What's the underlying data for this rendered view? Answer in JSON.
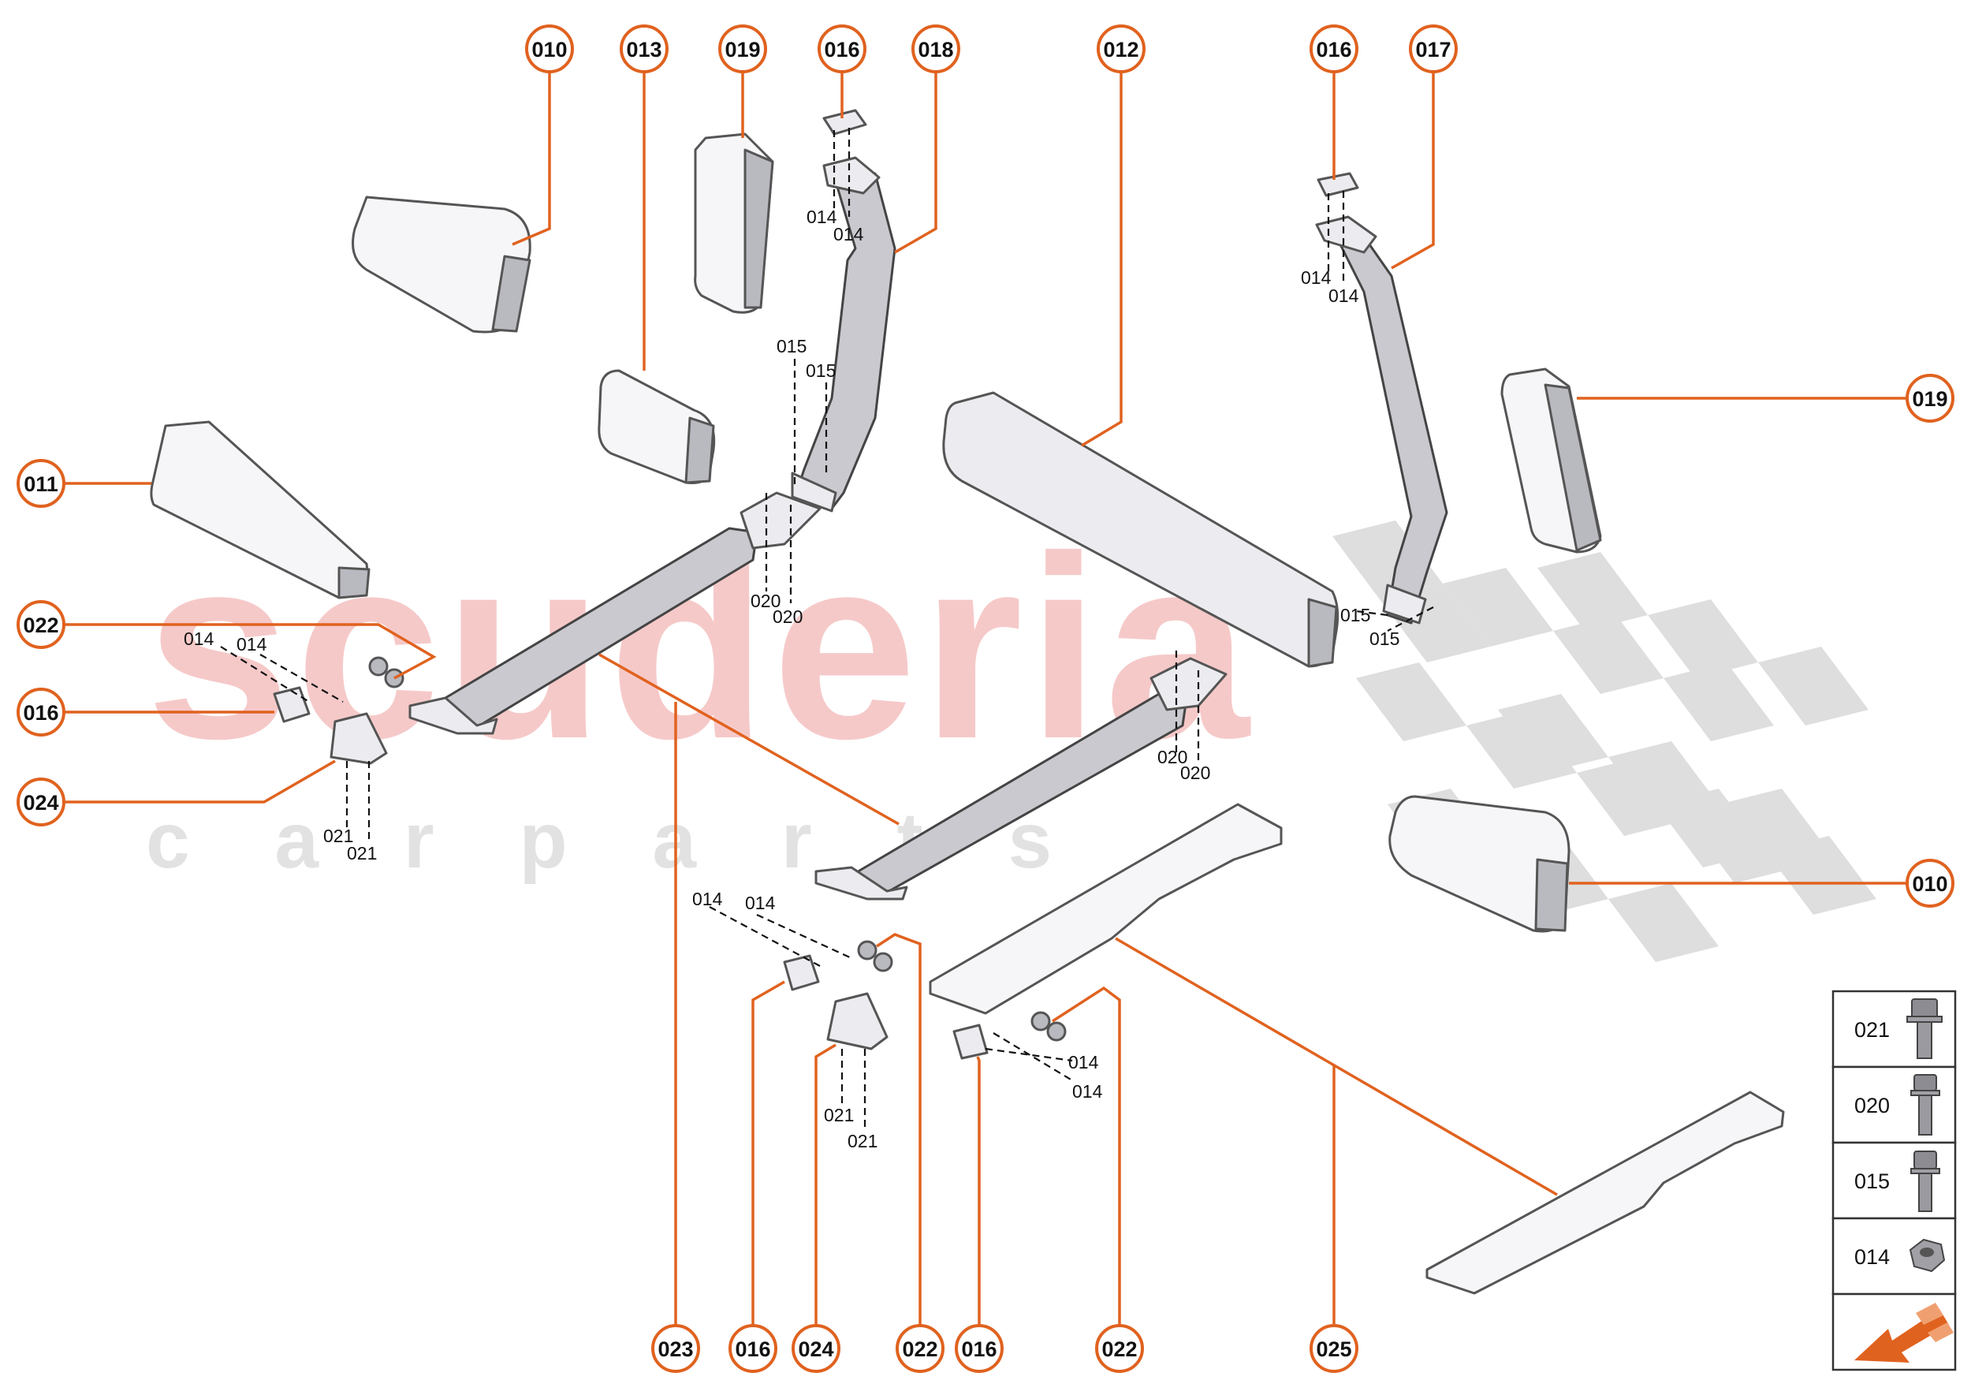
{
  "watermark": {
    "brand": "scuderia",
    "sub": "c a r p a r t s"
  },
  "callouts": {
    "c010_top": "010",
    "c013": "013",
    "c019_top": "019",
    "c016_top1": "016",
    "c018": "018",
    "c012": "012",
    "c016_top2": "016",
    "c017": "017",
    "c019_right": "019",
    "c011": "011",
    "c022_left": "022",
    "c016_left": "016",
    "c024_left": "024",
    "c010_right": "010",
    "c023": "023",
    "c016_b1": "016",
    "c024_b": "024",
    "c022_b1": "022",
    "c016_b2": "016",
    "c022_b2": "022",
    "c025": "025"
  },
  "labels": {
    "l014_a": "014",
    "l014_b": "014",
    "l014_c": "014",
    "l014_d": "014",
    "l015_a": "015",
    "l015_b": "015",
    "l020_a": "020",
    "l020_b": "020",
    "l015_c": "015",
    "l015_d": "015",
    "l014_e": "014",
    "l014_f": "014",
    "l021_a": "021",
    "l021_b": "021",
    "l020_c": "020",
    "l020_d": "020",
    "l014_g": "014",
    "l014_h": "014",
    "l021_c": "021",
    "l021_d": "021",
    "l014_i": "014",
    "l014_j": "014"
  },
  "legend": {
    "items": [
      "021",
      "020",
      "015",
      "014"
    ],
    "arrow_icon": "navigation-arrow-icon"
  },
  "colors": {
    "accent": "#e0621f",
    "watermark_red": "#f6c9c9",
    "watermark_gray": "#e2e2e2"
  }
}
